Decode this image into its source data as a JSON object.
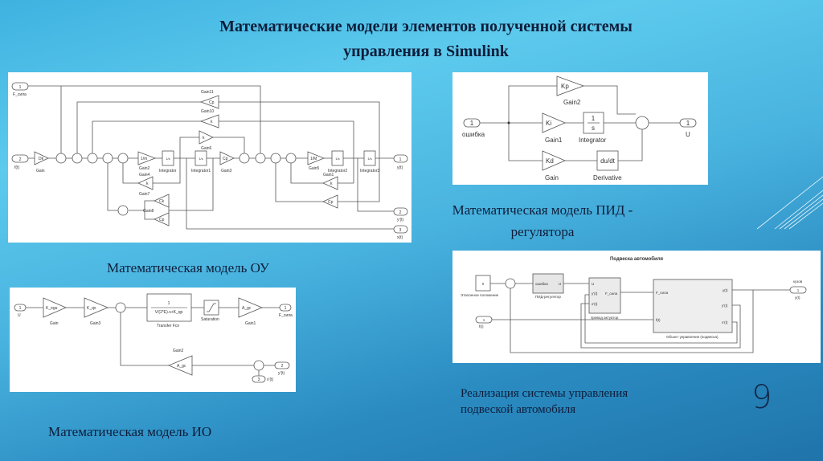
{
  "title": {
    "line1": "Математические модели элементов полученной системы",
    "line2": "управления в Simulink"
  },
  "captions": {
    "ou": "Математическая модель ОУ",
    "pid_line1": "Математическая модель ПИД -",
    "pid_line2": "регулятора",
    "io": "Математическая модель ИО",
    "impl_line1": "Реализация системы управления",
    "impl_line2": "подвеской автомобиля"
  },
  "slide_number": "9",
  "ou": {
    "in1": "1",
    "in1_label": "F_сила",
    "in2": "2",
    "in2_label": "f(t)",
    "gain": "Dk",
    "gain_label": "Gain",
    "gain2": "1/m",
    "gain2_label": "Gain2",
    "int": "1/s",
    "int_label": "Integrator",
    "int1_label": "Integrator1",
    "gain3": "Cp",
    "gain3_label": "Gain3",
    "gain5": "1/M",
    "gain5_label": "Gain5",
    "int2_label": "Integrator2",
    "int3_label": "Integrator3",
    "gain11": "Cp",
    "gain11_label": "Gain11",
    "gain10": "k",
    "gain10_label": "Gain10",
    "gain6": "k",
    "gain6_label": "Gain6",
    "gain4": "k",
    "gain4_label": "Gain4",
    "gain7_label": "Gain7",
    "gain8": "Ck",
    "gain8_label": "Gain8",
    "gain9": "Cp",
    "gain1": "k",
    "gain1_label": "Gain1",
    "gainr2": "Cp",
    "out1": "1",
    "out1_label": "y(t)",
    "out2": "2",
    "out2_label": "y'(t)",
    "out3": "3",
    "out3_label": "x(t)"
  },
  "pid": {
    "in": "1",
    "in_label": "ошибка",
    "kp": "Kp",
    "kp_label": "Gain2",
    "ki": "Ki",
    "ki_label": "Gain1",
    "int_num": "1",
    "int_den": "s",
    "int_label": "Integrator",
    "kd": "Kd",
    "kd_label": "Gain",
    "deriv": "du/dt",
    "deriv_label": "Derivative",
    "out": "1",
    "out_label": "U"
  },
  "susp": {
    "title": "Подвеска автомобиля",
    "const": "0",
    "const_label": "Эталонное положение",
    "pid_in": "ошибка",
    "pid_out": "U",
    "pid_label": "ПИД-регулятор",
    "act_u": "U",
    "act_dy": "y'(t)",
    "act_dx": "x'(t)",
    "act_out": "F_сила",
    "act_label": "привод актуатор",
    "plant_in1": "F_сила",
    "plant_in2": "f(t)",
    "plant_o1": "y(t)",
    "plant_o2": "y'(t)",
    "plant_o3": "x'(t)",
    "plant_label": "Объект управления (подвеска)",
    "f_in": "1",
    "f_label": "f(t)",
    "out": "1",
    "out_top": "кузов",
    "out_label": "y(t)"
  },
  "io": {
    "in": "1",
    "in_label": "U",
    "k_egu": "K_egu",
    "gain_label": "Gain",
    "k_qx": "K_qx",
    "gain3_label": "Gain3",
    "tf_num": "1",
    "tf_den": "V/(2*E).s+K_qp",
    "tf_label": "Transfer Fcn",
    "sat_label": "Saturation",
    "a_gc": "A_gc",
    "gain1_label": "Gain1",
    "out": "1",
    "out_label": "F_сила",
    "gain2": "A_gc",
    "gain2_label": "Gain2",
    "in2": "2",
    "in2_label": "y'(t)",
    "in3": "3",
    "in3_label": "x'(t)"
  }
}
